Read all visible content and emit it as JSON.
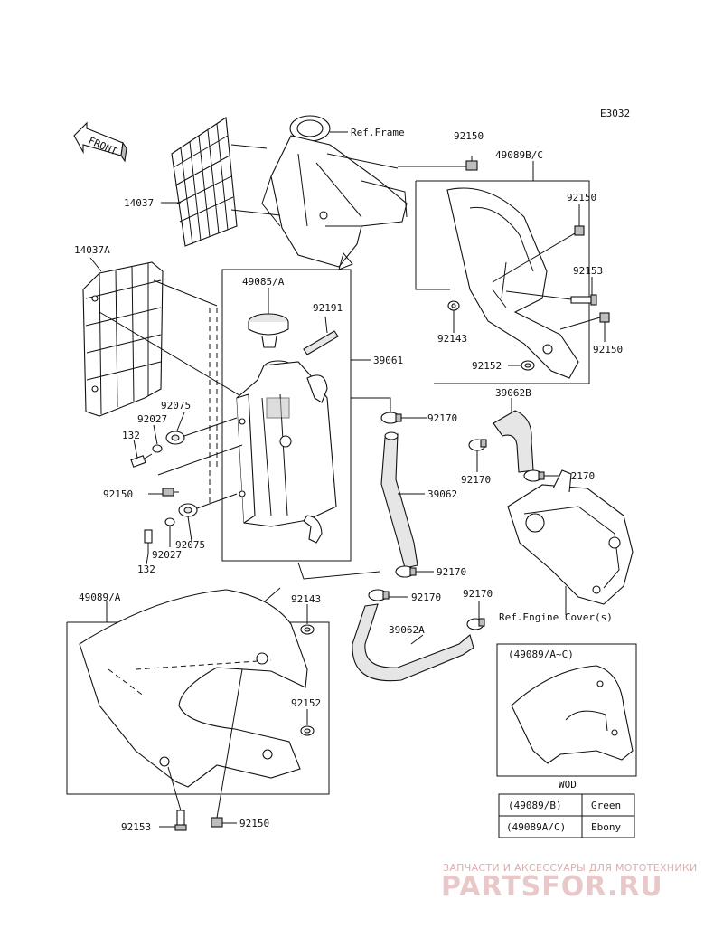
{
  "diagram": {
    "code": "E3032",
    "front_label": "FRONT",
    "labels": {
      "ref_frame": "Ref.Frame",
      "p14037": "14037",
      "p14037a": "14037A",
      "p92150_top": "92150",
      "p49089bc": "49089B/C",
      "p92150_b": "92150",
      "p92153_b": "92153",
      "p92143_b": "92143",
      "p92150_c": "92150",
      "p92152_b": "92152",
      "p49085a": "49085/A",
      "p92191": "92191",
      "p39061": "39061",
      "p92075_a": "92075",
      "p92027_a": "92027",
      "p132_a": "132",
      "p92150_l": "92150",
      "p132_b": "132",
      "p92027_b": "92027",
      "p92075_b": "92075",
      "p92170_a": "92170",
      "p39062b": "39062B",
      "p92170_b": "92170",
      "p92170_c": "92170",
      "p39062": "39062",
      "p92170_d": "92170",
      "p92170_e": "92170",
      "p92170_f": "92170",
      "ref_engine": "Ref.Engine Cover(s)",
      "p49089a": "49089/A",
      "p92143_a": "92143",
      "p92152_a": "92152",
      "p39062a": "39062A",
      "p92153_a": "92153",
      "p92150_bot": "92150",
      "inset_title": "(49089/A~C)"
    },
    "color_table": {
      "header": "WOD",
      "rows": [
        {
          "part": "(49089/B)",
          "color": "Green"
        },
        {
          "part": "(49089A/C)",
          "color": "Ebony"
        }
      ]
    }
  },
  "watermark": {
    "line1": "ЗАПЧАСТИ И АКСЕССУАРЫ ДЛЯ МОТОТЕХНИКИ",
    "line2": "PARTSFOR.RU"
  }
}
